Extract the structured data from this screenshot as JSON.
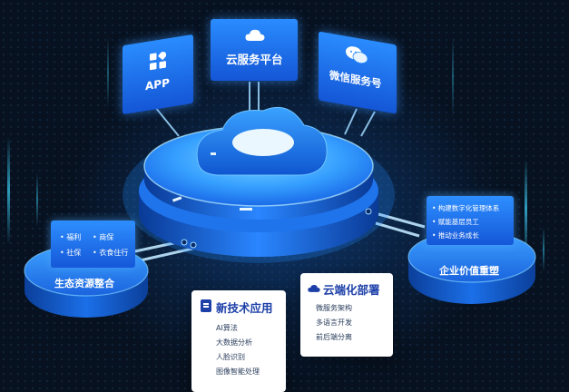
{
  "top_cards": {
    "app": {
      "label": "APP",
      "icon": "app-grid-icon"
    },
    "cloud_platform": {
      "label": "云服务平台",
      "icon": "cloud-icon"
    },
    "wechat": {
      "label": "微信服务号",
      "icon": "wechat-icon"
    }
  },
  "left_platform": {
    "title": "生态资源整合",
    "panel_items": [
      {
        "text": "福利"
      },
      {
        "text": "商保"
      },
      {
        "text": "社保"
      },
      {
        "text": "衣食住行"
      }
    ]
  },
  "right_platform": {
    "title": "企业价值重塑",
    "panel_items": [
      {
        "text": "构建数字化管理体系"
      },
      {
        "text": "赋能基层员工"
      },
      {
        "text": "推动业务成长"
      }
    ]
  },
  "new_tech_card": {
    "title": "新技术应用",
    "icon": "document-icon",
    "items": [
      "AI算法",
      "大数据分析",
      "人脸识别",
      "图像智能处理"
    ]
  },
  "cloud_deploy_card": {
    "title": "云端化部署",
    "icon": "cloud-icon",
    "items": [
      "微服务架构",
      "多语言开发",
      "前后端分离"
    ]
  },
  "colors": {
    "background": "#07111f",
    "platform_blue": "#1e7fff",
    "light_blue": "#5fc6ff",
    "card_title_blue": "#1c3fa8"
  }
}
